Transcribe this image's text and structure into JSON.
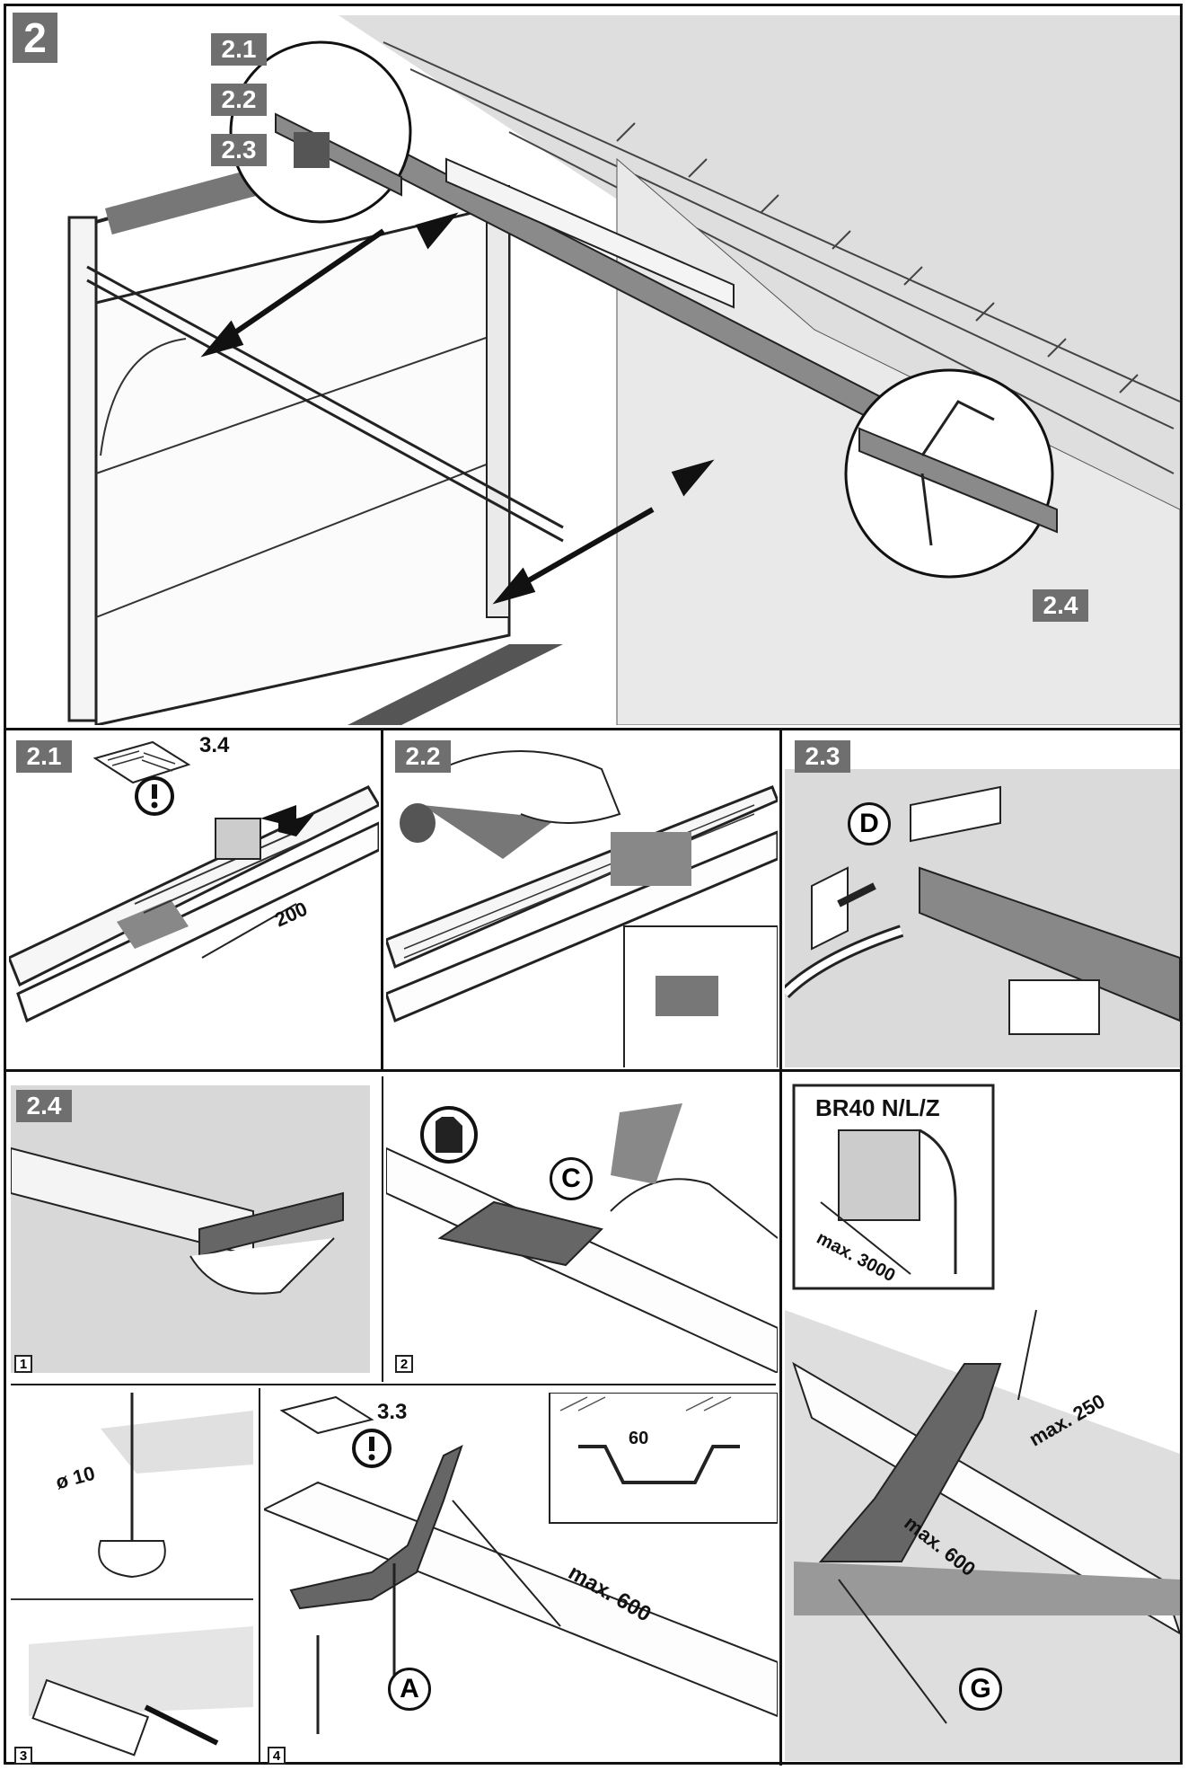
{
  "main": {
    "step": "2",
    "substeps": [
      "2.1",
      "2.2",
      "2.3"
    ],
    "detail_tag": "2.4"
  },
  "panel_2_1": {
    "tag": "2.1",
    "ref": "3.4",
    "dimension": "200"
  },
  "panel_2_2": {
    "tag": "2.2"
  },
  "panel_2_3": {
    "tag": "2.3",
    "part": "D"
  },
  "panel_2_4": {
    "tag": "2.4",
    "steps": [
      "1",
      "2",
      "3",
      "4"
    ],
    "part_c": "C",
    "drill_diameter": "ø 10",
    "ref": "3.3",
    "part_a": "A",
    "max_span": "max. 600",
    "spacing": "60"
  },
  "panel_br40": {
    "title": "BR40 N/L/Z",
    "max_length": "max. 3000",
    "max_height": "max. 250",
    "max_span": "max. 600",
    "part_g": "G"
  },
  "icons": [
    "warning-icon",
    "manual-icon",
    "gloves-icon"
  ],
  "colors": {
    "tag_bg": "#6f6f6f",
    "panel_bg": "#e3e3e3",
    "line": "#111111"
  }
}
